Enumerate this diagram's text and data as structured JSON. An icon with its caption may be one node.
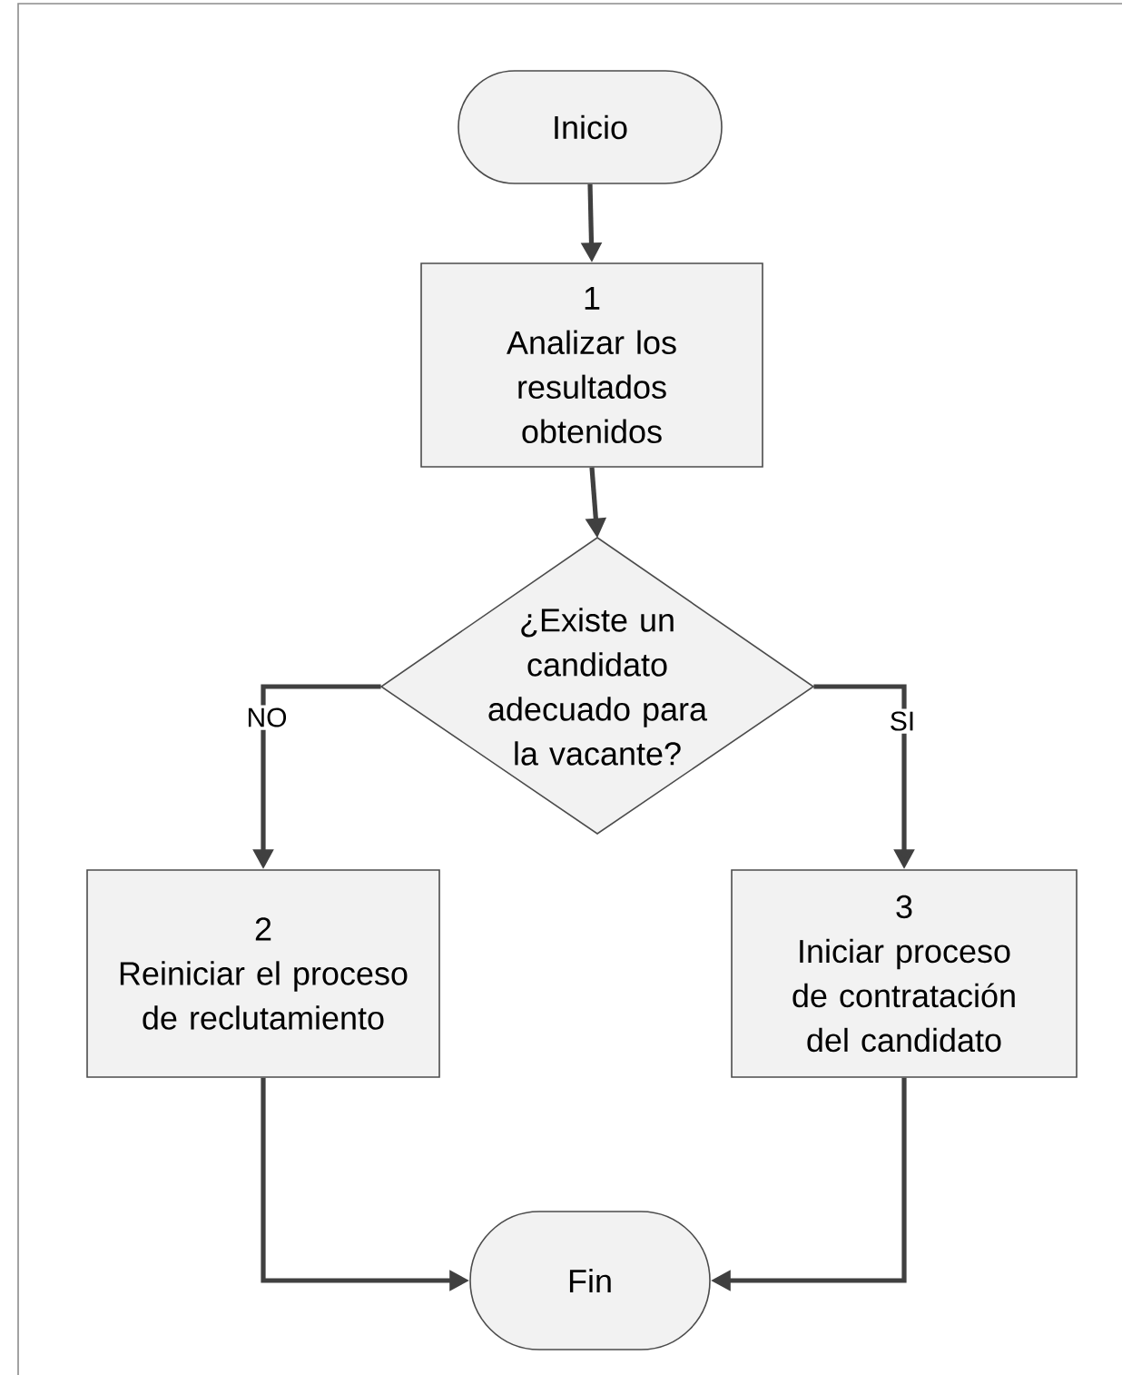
{
  "diagram": {
    "nodes": [
      {
        "text": [
          "Inicio"
        ]
      },
      {
        "text": [
          "1",
          "Analizar los resultados obtenidos"
        ]
      },
      {
        "text": [
          "¿Existe un candidato adecuado para la vacante?"
        ]
      },
      {
        "text": [
          "2",
          "Reiniciar el proceso de reclutamiento"
        ]
      },
      {
        "text": [
          "3",
          "Iniciar proceso de contratación del candidato"
        ]
      },
      {
        "text": [
          "Fin"
        ]
      }
    ],
    "edges": [
      {
        "from": 0,
        "to": 1,
        "arrow": "to"
      },
      {
        "from": 1,
        "to": 2,
        "arrow": "to"
      },
      {
        "from": 2,
        "to": 3,
        "arrow": "to",
        "label": "NO"
      },
      {
        "from": 2,
        "to": 4,
        "arrow": "to",
        "label": "SI"
      },
      {
        "from": 3,
        "to": 5,
        "arrow": "to"
      },
      {
        "from": 4,
        "to": 5,
        "arrow": "to"
      }
    ]
  }
}
